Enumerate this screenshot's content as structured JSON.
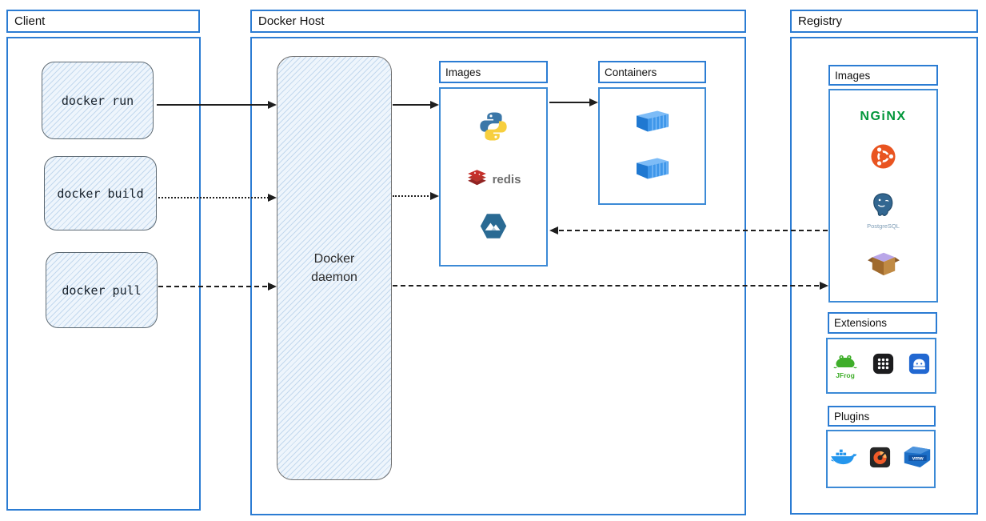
{
  "client": {
    "title": "Client",
    "commands": [
      {
        "label": "docker run"
      },
      {
        "label": "docker build"
      },
      {
        "label": "docker pull"
      }
    ]
  },
  "docker_host": {
    "title": "Docker Host",
    "daemon": {
      "line1": "Docker",
      "line2": "daemon"
    },
    "images_panel": {
      "title": "Images",
      "icons": [
        "python-icon",
        "redis-icon",
        "alpine-icon"
      ],
      "redis_label": "redis"
    },
    "containers_panel": {
      "title": "Containers",
      "icons": [
        "container-icon",
        "container-icon"
      ]
    }
  },
  "registry": {
    "title": "Registry",
    "images_panel": {
      "title": "Images",
      "icons": [
        "nginx-icon",
        "ubuntu-icon",
        "postgresql-icon",
        "busybox-icon"
      ],
      "nginx_label": "NGiNX",
      "postgresql_label": "PostgreSQL"
    },
    "extensions_panel": {
      "title": "Extensions",
      "icons": [
        "jfrog-icon",
        "app-grid-icon",
        "drive-icon"
      ],
      "jfrog_label": "JFrog"
    },
    "plugins_panel": {
      "title": "Plugins",
      "icons": [
        "docker-whale-icon",
        "grafana-icon",
        "vmware-icon"
      ],
      "vmware_label": "vmw"
    }
  },
  "arrows": [
    {
      "from": "docker run",
      "to": "Docker daemon",
      "style": "solid"
    },
    {
      "from": "docker build",
      "to": "Docker daemon",
      "style": "dotted"
    },
    {
      "from": "docker pull",
      "to": "Docker daemon",
      "style": "dashed"
    },
    {
      "from": "Docker daemon",
      "to": "Images",
      "style": "solid"
    },
    {
      "from": "Docker daemon",
      "to": "Images",
      "style": "dotted"
    },
    {
      "from": "Images",
      "to": "Containers",
      "style": "solid"
    },
    {
      "from": "Registry Images",
      "to": "Host Images",
      "style": "dashed"
    },
    {
      "from": "Docker daemon",
      "to": "Registry",
      "style": "dashed"
    }
  ],
  "colors": {
    "border_blue": "#2b7cd3",
    "hatch_fill": "#eef5fc",
    "arrow": "#1e1e1e",
    "nginx_green": "#009639",
    "ubuntu_orange": "#e95420",
    "redis_red": "#c6302b",
    "python_blue": "#3b77a8",
    "python_yellow": "#f7cf3e",
    "alpine_blue": "#2a6a93",
    "container_blue": "#2f8be0"
  }
}
